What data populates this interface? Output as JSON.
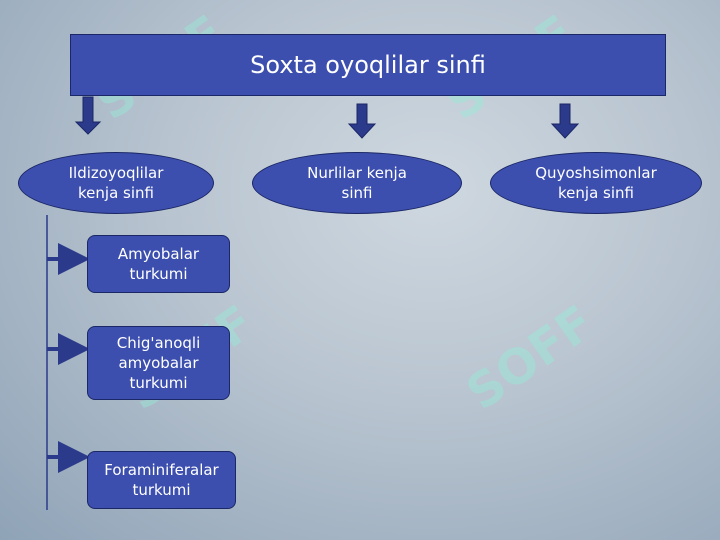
{
  "title": "Soxta oyoqlilar sinfi",
  "subclasses": [
    {
      "line1": "Ildizoyoqlilar",
      "line2": "kenja sinfi"
    },
    {
      "line1": "Nurlilar kenja",
      "line2": "sinfi"
    },
    {
      "line1": "Quyoshsimonlar",
      "line2": "kenja sinfi"
    }
  ],
  "orders": [
    {
      "lines": [
        "Amyobalar",
        "turkumi"
      ]
    },
    {
      "lines": [
        "Chig'anoqli",
        "amyobalar",
        "turkumi"
      ]
    },
    {
      "lines": [
        "Foraminiferalar",
        "turkumi"
      ]
    }
  ],
  "watermark": "SOFF",
  "colors": {
    "shape_fill": "#3c4fae",
    "shape_border": "#1b2766",
    "connector": "#2b3a8a",
    "watermark": "#96ebd7"
  }
}
